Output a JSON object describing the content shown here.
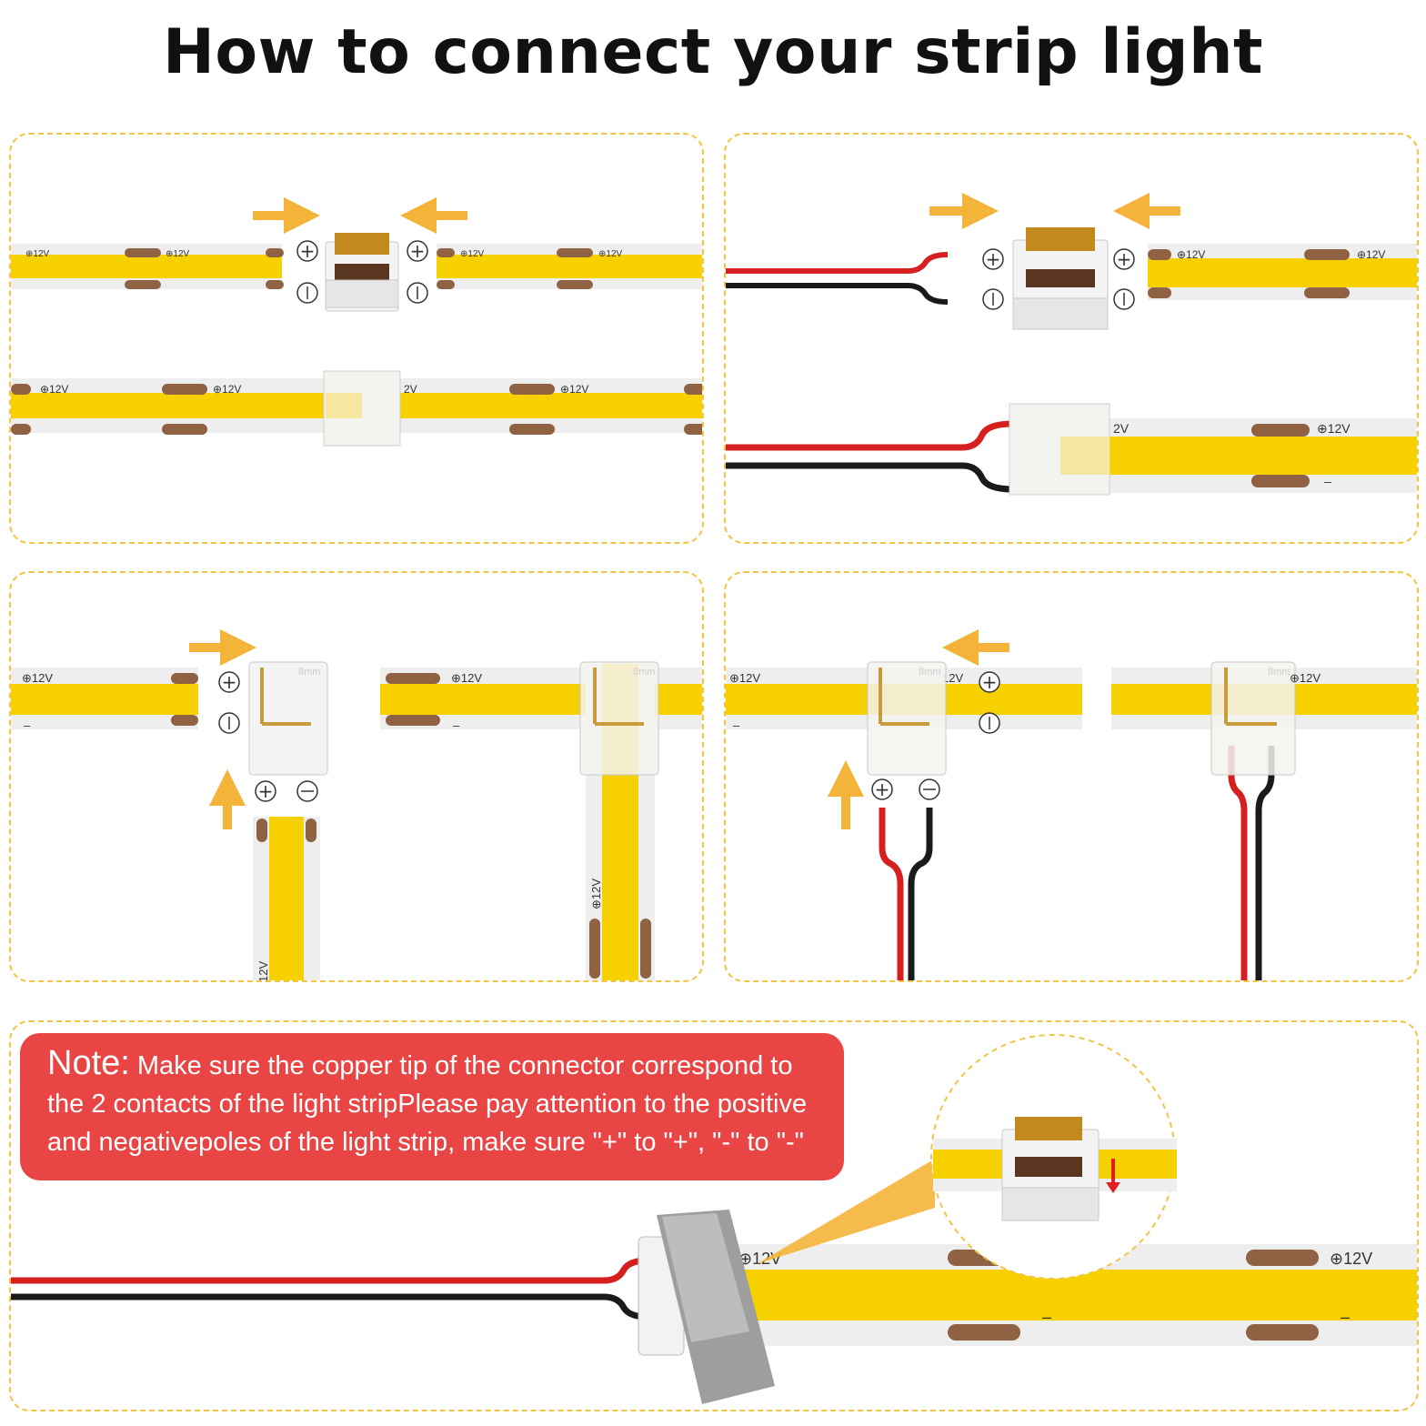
{
  "title": "How to connect your strip light",
  "strip": {
    "voltage_label": "⊕12V",
    "voltage_short": "12V",
    "voltage_cut": "2V",
    "minus_label": "–",
    "width_label": "8mm"
  },
  "polarity": {
    "plus": "⊕",
    "minus": "⊖"
  },
  "note": {
    "label": "Note:",
    "text": " Make sure the copper tip of the connector correspond to the 2 contacts of the light stripPlease pay attention to the positive and negativepoles of the light strip, make sure \"+\" to \"+\", \"-\" to \"-\""
  },
  "colors": {
    "strip_yellow": "#f7d000",
    "strip_edge": "#eeeeee",
    "pad_brown": "#8e6242",
    "panel_border": "#f2c443",
    "arrow_orange": "#f4b43a",
    "wire_red": "#d62020",
    "wire_black": "#1a1a1a",
    "note_bg": "#ea4545",
    "indicator_red": "#e02020"
  }
}
